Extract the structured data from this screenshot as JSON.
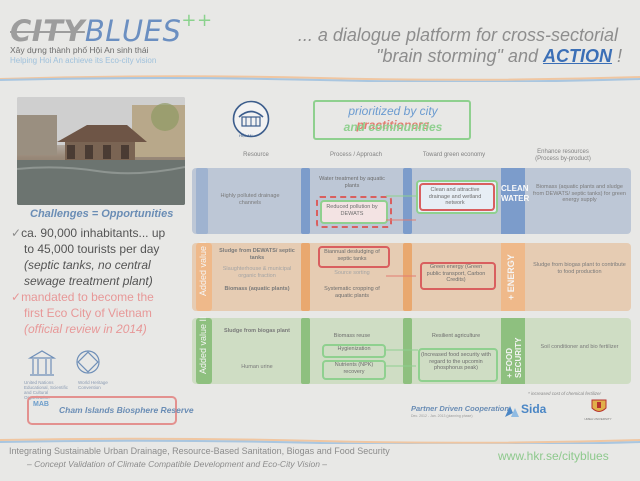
{
  "header": {
    "logo_city": "CITY",
    "logo_blues": "BLUES",
    "logo_plus": "++",
    "subtitle_vi": "Xây dựng thành phố Hội An sinh thái",
    "subtitle_en": "Helping Hoi An achieve its Eco-city vision",
    "tagline_line1": "... a dialogue platform for cross-sectorial",
    "tagline_line2_prefix": "\"brain storming\" and ",
    "tagline_action": "ACTION",
    "tagline_suffix": " !"
  },
  "left": {
    "challenges_title": "Challenges = Opportunities",
    "bullet_check": "✓",
    "b1": "ca. 90,000 inhabitants... up",
    "b2": "to 45,000 tourists per day",
    "b3": "(septic tanks, no central",
    "b4": "sewage treatment plant)",
    "b5": "mandated to become the",
    "b6": "first Eco City of Vietnam",
    "b7": "(official review in 2014)",
    "unesco_caption": "United Nations Educational, Scientific and Cultural Organization",
    "heritage_caption": "World Heritage Convention",
    "cham_logo": "MAB",
    "cham_text": "Cham Islands Biosphere Reserve"
  },
  "right": {
    "hoian_label": "HỘI AN",
    "priority_prefix": "prioritized by city ",
    "priority_practitioners": "practitioners",
    "priority_line2": "and communities",
    "col_resource": "Resource",
    "col_process": "Process / Approach",
    "col_toward": "Toward green economy",
    "col_enhance": "Enhance resources (Process by-product)",
    "rows": {
      "water": {
        "resource": "Highly polluted drainage channels",
        "process1": "Water treatment by aquatic plants",
        "process2": "Reduced pollution by DEWATS",
        "toward": "Clean and attractive drainage and wetland network",
        "tag_line1": "CLEAN",
        "tag_line2": "WATER",
        "enhance": "Biomass (aquatic plants and sludge from DEWATS/ septic tanks) for green energy supply"
      },
      "energy": {
        "side_label": "Added value I",
        "resource1": "Sludge from DEWATS/ septic tanks",
        "resource2": "Slaughterhouse & municipal organic fraction",
        "resource3": "Biomass (aquatic plants)",
        "process1": "Biannual desludging of septic tanks",
        "process2": "Source sorting",
        "process3": "Systematic cropping of aquatic plants",
        "toward": "Green energy (Green public transport, Carbon Credits)",
        "tag_line1": "+ ENERGY",
        "enhance": "Sludge from biogas plant to contribute to food production"
      },
      "food": {
        "side_label": "Added value II",
        "resource1": "Sludge from biogas plant",
        "resource2": "Human urine",
        "process1": "Biomass reuse",
        "process2": "Hygienization",
        "process3": "Nutrients (NPK) recovery",
        "toward1": "Resilient agriculture",
        "toward2": "(Increased food security with regard to the upcomin phosphorus peak)",
        "tag_line1": "+ FOOD",
        "tag_line2": "SECURITY",
        "enhance": "Soil conditioner and bio fertilizer"
      }
    },
    "footnote": "* increased cost of chemical fertilizer",
    "partner": "Partner Driven Cooperation",
    "partner_dates": "Dec. 2012 - Jan. 2013 (planning phase)",
    "sida": "Sida",
    "crest_caption": "UMEA UNIVERSITY"
  },
  "footer": {
    "line1": "Integrating Sustainable Urban Drainage, Resource-Based Sanitation, Biogas and Food Security",
    "line2": "– Concept Validation of Climate Compatible Development and Eco-City Vision –",
    "url": "www.hkr.se/cityblues"
  },
  "colors": {
    "blue": "#6b8fc1",
    "green": "#8fd08f",
    "red": "#e3918f",
    "water_band": "#bdc7d6",
    "energy_band": "#e6ccb3",
    "food_band": "#cfddc4"
  }
}
